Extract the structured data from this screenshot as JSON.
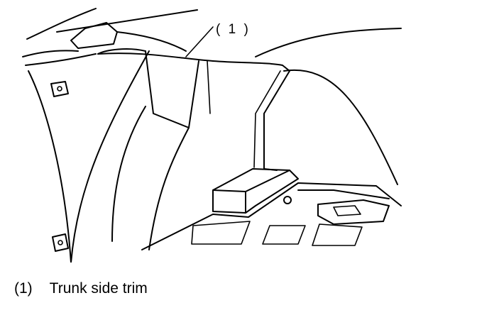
{
  "callout": {
    "label": "( 1 )"
  },
  "legend": [
    {
      "key": "(1)",
      "text": "Trunk side trim"
    }
  ]
}
